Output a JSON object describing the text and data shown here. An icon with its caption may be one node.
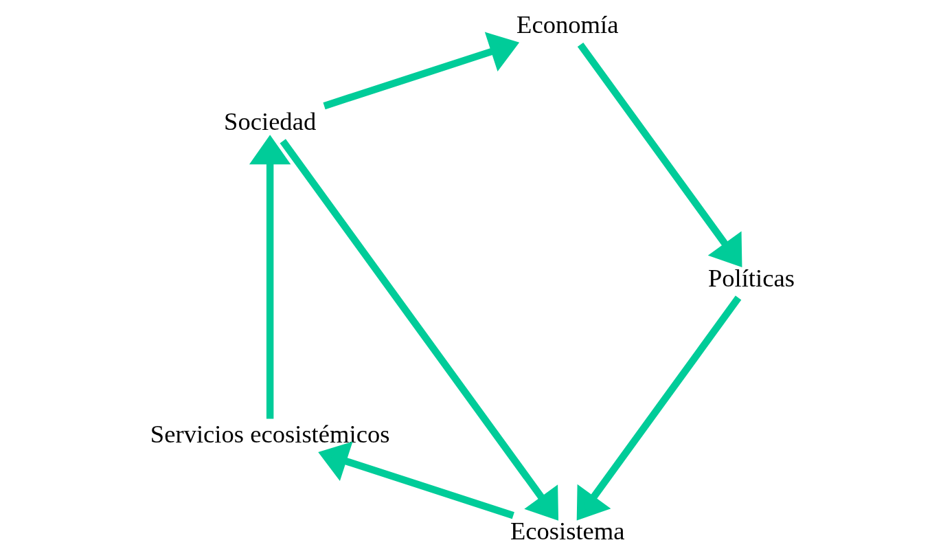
{
  "diagram": {
    "nodes": [
      {
        "text": [
          "Políticas"
        ]
      },
      {
        "text": [
          "Ecosistema"
        ]
      },
      {
        "text": [
          "Servicios ecosistémicos"
        ]
      },
      {
        "text": [
          "Sociedad"
        ]
      },
      {
        "text": [
          "Economía"
        ]
      }
    ],
    "edges": [
      {
        "from": 0,
        "to": 1,
        "arrow": "to"
      },
      {
        "from": 1,
        "to": 2,
        "arrow": "to"
      },
      {
        "from": 2,
        "to": 3,
        "arrow": "to"
      },
      {
        "from": 3,
        "to": 4,
        "arrow": "to"
      },
      {
        "from": 3,
        "to": 1,
        "arrow": "to"
      },
      {
        "from": 4,
        "to": 0,
        "arrow": "to"
      }
    ]
  }
}
